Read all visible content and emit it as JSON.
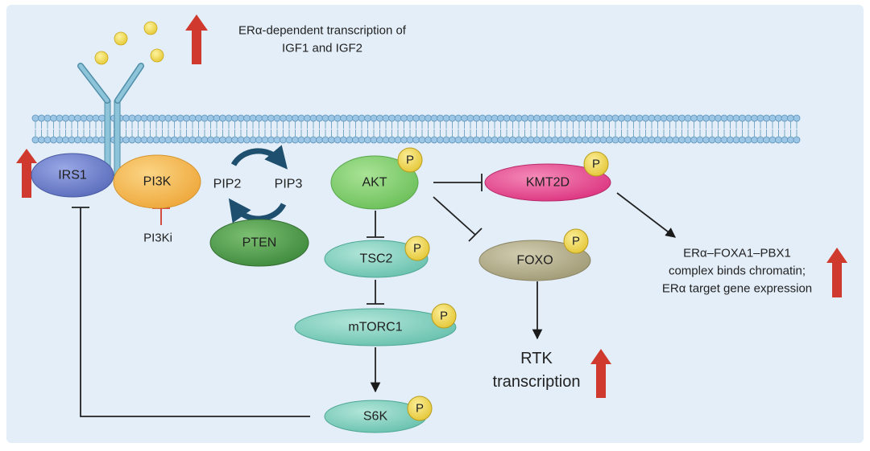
{
  "nodes": {
    "irs1": "IRS1",
    "pi3k": "PI3K",
    "pip2": "PIP2",
    "pip3": "PIP3",
    "pten": "PTEN",
    "akt": "AKT",
    "kmt2d": "KMT2D",
    "tsc2": "TSC2",
    "foxo": "FOXO",
    "mtorc1": "mTORC1",
    "s6k": "S6K",
    "pi3ki": "PI3Ki"
  },
  "phospho_label": "P",
  "annotations": {
    "igf_line1": "ERα-dependent transcription of",
    "igf_line2": "IGF1 and IGF2",
    "rtk_line1": "RTK",
    "rtk_line2": "transcription",
    "era_line1": "ERα–FOXA1–PBX1",
    "era_line2": "complex binds chromatin;",
    "era_line3": "ERα target gene expression"
  },
  "colors": {
    "background": "#e3eef8",
    "membrane": "#9cc6e6",
    "irs1": "#6d7fc9",
    "pi3k": "#f5b54a",
    "pten": "#4f9a4a",
    "akt": "#7fce6c",
    "kmt2d": "#e8438d",
    "teal": "#7fd2c0",
    "foxo": "#b5b08d",
    "phospho": "#f2d64b",
    "up_arrow": "#d03a2e",
    "cycle_arrow": "#1e4f6e"
  }
}
